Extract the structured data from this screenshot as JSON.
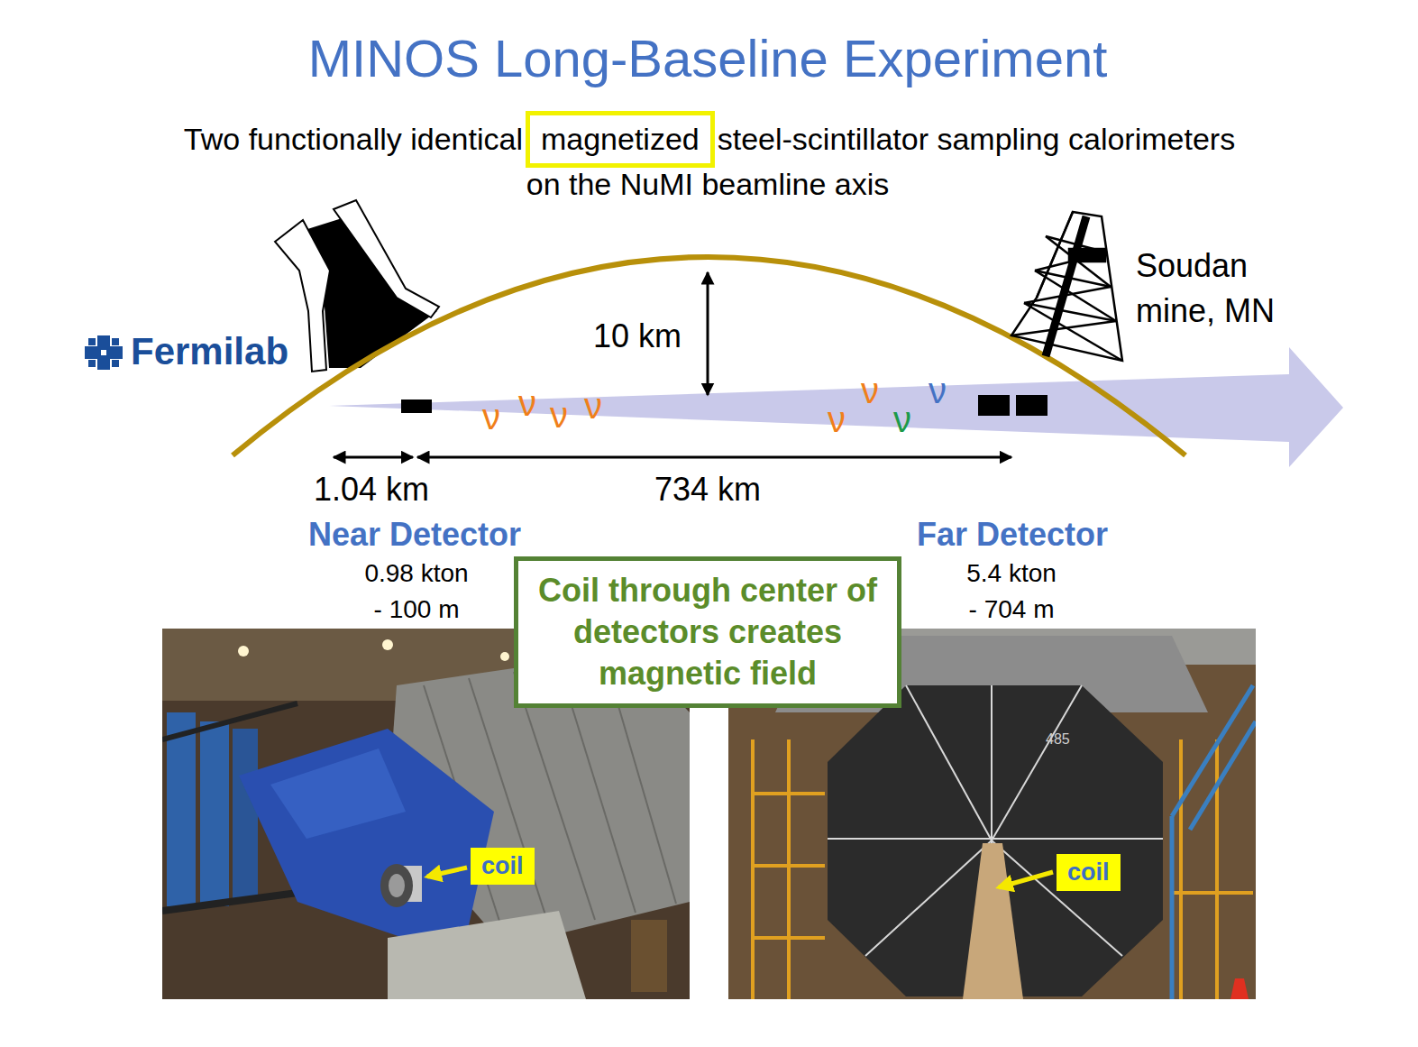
{
  "diagram": {
    "title": "MINOS Long-Baseline Experiment",
    "nodes": [
      {
        "text": [
          "magnetized"
        ]
      },
      {
        "text": [
          "Coil through center of detectors creates magnetic field"
        ]
      },
      {
        "text": [
          "coil"
        ]
      },
      {
        "text": [
          "coil"
        ]
      }
    ],
    "labels": [
      "Two functionally identical",
      "steel-scintillator sampling calorimeters",
      "on the NuMI beamline axis",
      "Fermilab",
      "10 km",
      "Soudan mine, MN",
      "ν",
      "ν",
      "ν",
      "ν",
      "ν",
      "ν",
      "ν",
      "ν",
      "1.04 km",
      "734 km",
      "Near Detector",
      "0.98 kton - 100 m",
      "Far Detector",
      "5.4 kton - 704 m",
      "485"
    ]
  }
}
